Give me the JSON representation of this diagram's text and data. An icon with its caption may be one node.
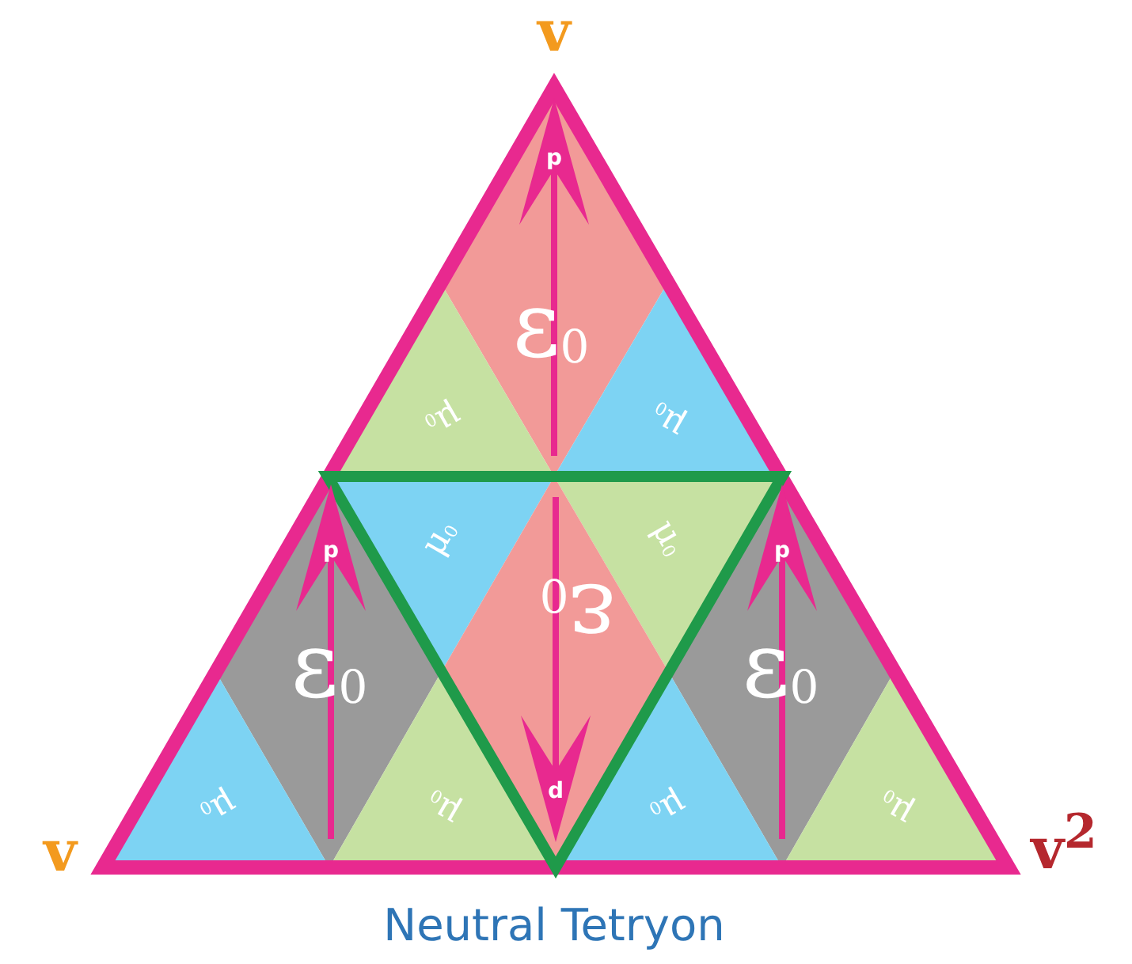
{
  "diagram": {
    "caption": "Neutral Tetryon",
    "nodes": [
      {
        "text": [
          "ε$_{0}$"
        ]
      },
      {
        "text": [
          "μ$_{0}$"
        ]
      },
      {
        "text": [
          "μ$_{0}$"
        ]
      },
      {
        "text": [
          "μ$_{0}$"
        ]
      },
      {
        "text": [
          "μ$_{0}$"
        ]
      },
      {
        "text": [
          "ε$_{0}$"
        ]
      },
      {
        "text": [
          "ε$_{0}$"
        ]
      },
      {
        "text": [
          "ε$_{0}$"
        ]
      },
      {
        "text": [
          "μ$_{0}$"
        ]
      },
      {
        "text": [
          "μ$_{0}$"
        ]
      },
      {
        "text": [
          "μ$_{0}$"
        ]
      },
      {
        "text": [
          "μ$_{0}$"
        ]
      }
    ],
    "labels": [
      "v",
      "p",
      "p",
      "p",
      "d",
      "v",
      "v$^{2}$"
    ]
  }
}
